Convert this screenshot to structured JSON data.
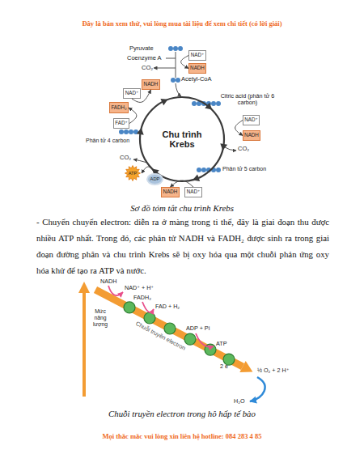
{
  "diagram": {
    "caption": "Sơ đồ tóm tắt chu trình Krebs",
    "nodes": [
      {
        "text": [
          "NAD⁺"
        ]
      },
      {
        "text": [
          "NADH"
        ]
      },
      {
        "text": [
          "NADH"
        ]
      },
      {
        "text": [
          "NAD⁺"
        ]
      },
      {
        "text": [
          "FADH₂"
        ]
      },
      {
        "text": [
          "FAD⁺"
        ]
      },
      {
        "text": [
          "NAD⁺"
        ]
      },
      {
        "text": [
          "NADH"
        ]
      },
      {
        "text": [
          "Chu trình Krebs"
        ]
      },
      {
        "text": [
          "ATP"
        ]
      },
      {
        "text": [
          "ADP"
        ]
      },
      {
        "text": [
          "NADH"
        ]
      },
      {
        "text": [
          "NAD⁺"
        ]
      }
    ],
    "edges": [
      {
        "from": 0,
        "to": 1,
        "arrow": "to"
      },
      {
        "from": 3,
        "to": 2,
        "arrow": "to"
      },
      {
        "from": 5,
        "to": 4,
        "arrow": "to"
      },
      {
        "from": 6,
        "to": 7,
        "arrow": "to"
      },
      {
        "from": 10,
        "to": 9,
        "arrow": "to"
      },
      {
        "from": 12,
        "to": 11,
        "arrow": "to"
      }
    ],
    "labels": [
      "Đây là bản xem thử, vui lòng mua tài liệu để xem chi tiết (có lời giải)",
      "Pyruvate",
      "Coenzyme A",
      "CO₂",
      "Acetyl-CoA",
      "Citric acid (phân tử 6 carbon)",
      "CO₂",
      "Phân tử 5 carbon",
      "CO₂",
      "Phân tử 4 carbon",
      "- Chuyển chuyển electron: diễn ra ở màng trong ti thể, đây là giai đoạn thu được nhiều ATP nhất. Trong đó, các phân tử NADH và FADH₂ được sinh ra trong giai đoạn đường phân và chu trình Krebs sẽ bị oxy hóa qua một chuỗi phản ứng oxy hóa khử để tạo ra ATP và nước.",
      "NADH",
      "NAD⁺ + H⁺",
      "FADH₂",
      "FAD + H₂",
      "Mức năng lượng",
      "Chuỗi truyền electron",
      "ADP + Pi",
      "ATP",
      "2 e",
      "½ O₂ + 2 H⁺",
      "H₂O",
      "Chuỗi truyền electron trong hô hấp tế bào",
      "Mọi thắc mắc vui lòng xin liên hệ hotline: 084 283 4 85"
    ]
  }
}
